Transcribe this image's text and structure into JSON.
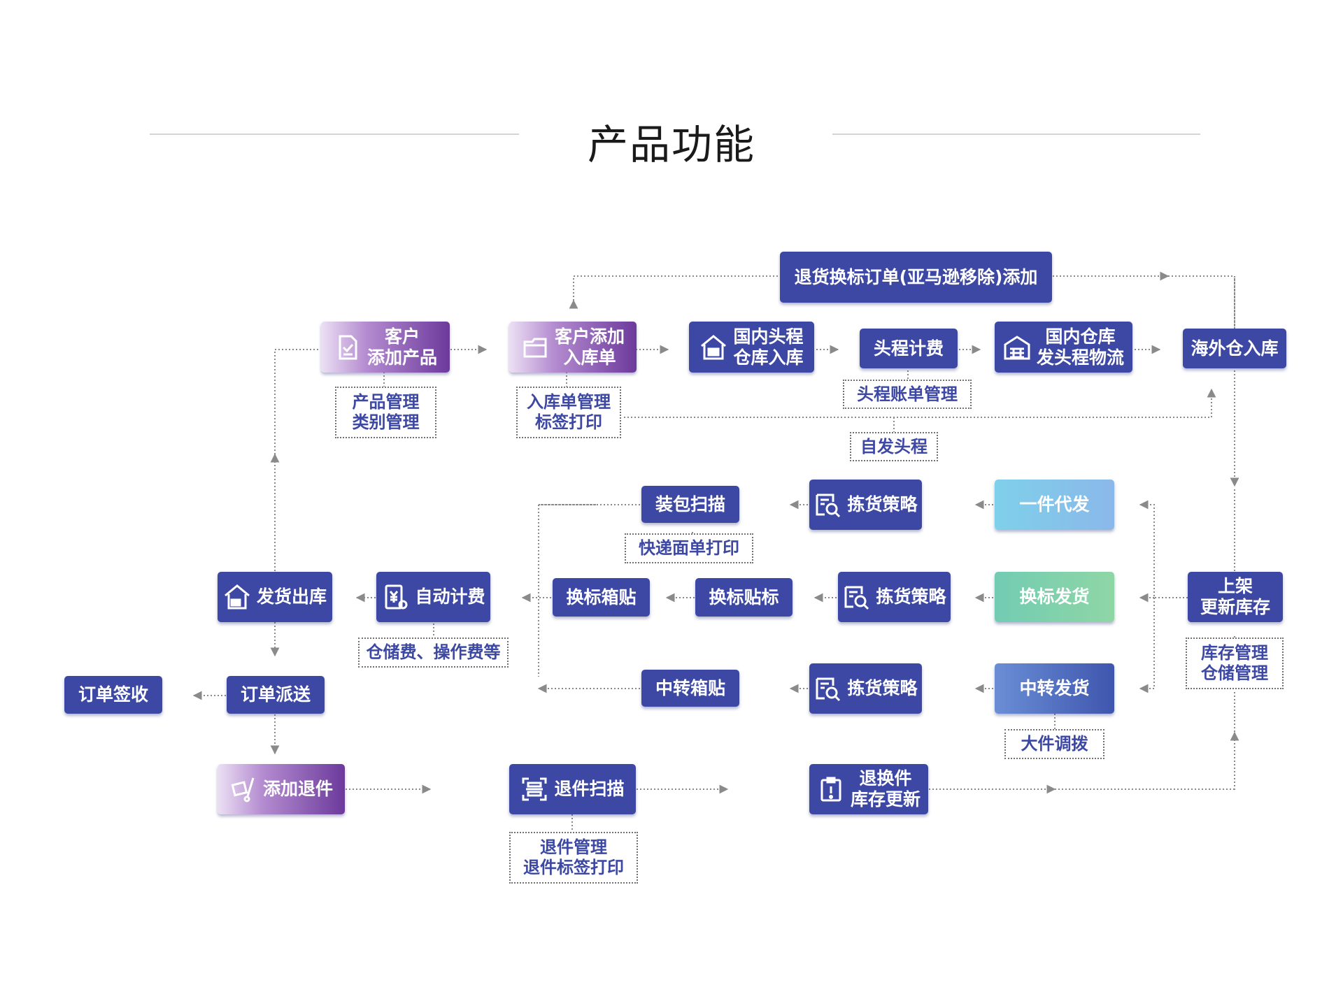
{
  "page": {
    "title": "产品功能"
  },
  "colors": {
    "primary": "#3c48a3",
    "connector": "#8a8a8a",
    "rule": "#d4d4d4",
    "text": "#1a1a1a"
  },
  "nodes": {
    "return_order": "退货换标订单(亚马逊移除)添加",
    "customer_add_product": "客户\n添加产品",
    "customer_add_inbound": "客户添加\n入库单",
    "domestic_firstleg_inbound": "国内头程\n仓库入库",
    "firstleg_billing": "头程计费",
    "domestic_wh_logistics": "国内仓库\n发头程物流",
    "overseas_inbound": "海外仓入库",
    "packing_scan": "装包扫描",
    "picking_1": "拣货策略",
    "one_piece": "一件代发",
    "ship_out": "发货出库",
    "auto_billing": "自动计费",
    "relabel_box": "换标箱贴",
    "relabel_label": "换标贴标",
    "picking_2": "拣货策略",
    "relabel_ship": "换标发货",
    "shelve_update": "上架\n更新库存",
    "order_sign": "订单签收",
    "order_dispatch": "订单派送",
    "transfer_box": "中转箱贴",
    "picking_3": "拣货策略",
    "transfer_ship": "中转发货",
    "add_return": "添加退件",
    "return_scan": "退件扫描",
    "return_update": "退换件\n库存更新"
  },
  "notes": {
    "product_mgmt": "产品管理\n类别管理",
    "inbound_mgmt": "入库单管理\n标签打印",
    "firstleg_bill_mgmt": "头程账单管理",
    "self_firstleg": "自发头程",
    "express_print": "快递面单打印",
    "fees": "仓储费、操作费等",
    "inventory_mgmt": "库存管理\n仓储管理",
    "bulk_transfer": "大件调拨",
    "return_mgmt": "退件管理\n退件标签打印"
  },
  "icons": {
    "customer_add_product": "checklist-document-icon",
    "customer_add_inbound": "folder-icon",
    "domestic_firstleg_inbound": "warehouse-truck-icon",
    "domestic_wh_logistics": "warehouse-icon",
    "picking": "search-document-icon",
    "ship_out": "house-truck-icon",
    "auto_billing": "invoice-yen-icon",
    "add_return": "hand-truck-box-icon",
    "return_scan": "scan-frame-icon",
    "return_update": "clipboard-alert-icon"
  }
}
